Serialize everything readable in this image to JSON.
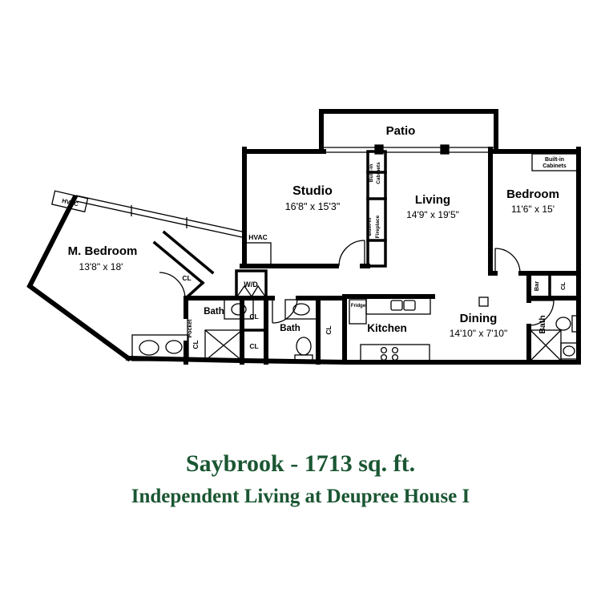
{
  "accent": "#1a5632",
  "caption": {
    "title": "Saybrook - 1713 sq. ft.",
    "subtitle": "Independent Living at Deupree House I"
  },
  "rooms": {
    "patio": {
      "name": "Patio"
    },
    "studio": {
      "name": "Studio",
      "dims": "16'8\" x 15'3\""
    },
    "living": {
      "name": "Living",
      "dims": "14'9\" x 19'5\""
    },
    "bedroom": {
      "name": "Bedroom",
      "dims": "11'6\" x 15'"
    },
    "m_bedroom": {
      "name": "M. Bedroom",
      "dims": "13'8\" x 18'"
    },
    "dining": {
      "name": "Dining",
      "dims": "14'10\" x 7'10\""
    },
    "kitchen": {
      "name": "Kitchen"
    },
    "bath": {
      "name": "Bath"
    }
  },
  "labels": {
    "built_in": "Built-in",
    "cabinets": "Cabinets",
    "fireplace": "Fireplace",
    "hvac": "HVAC",
    "wd": "W/D",
    "cl": "CL",
    "pocket": "Pocket",
    "fridge": "Fridge",
    "bar": "Bar"
  }
}
